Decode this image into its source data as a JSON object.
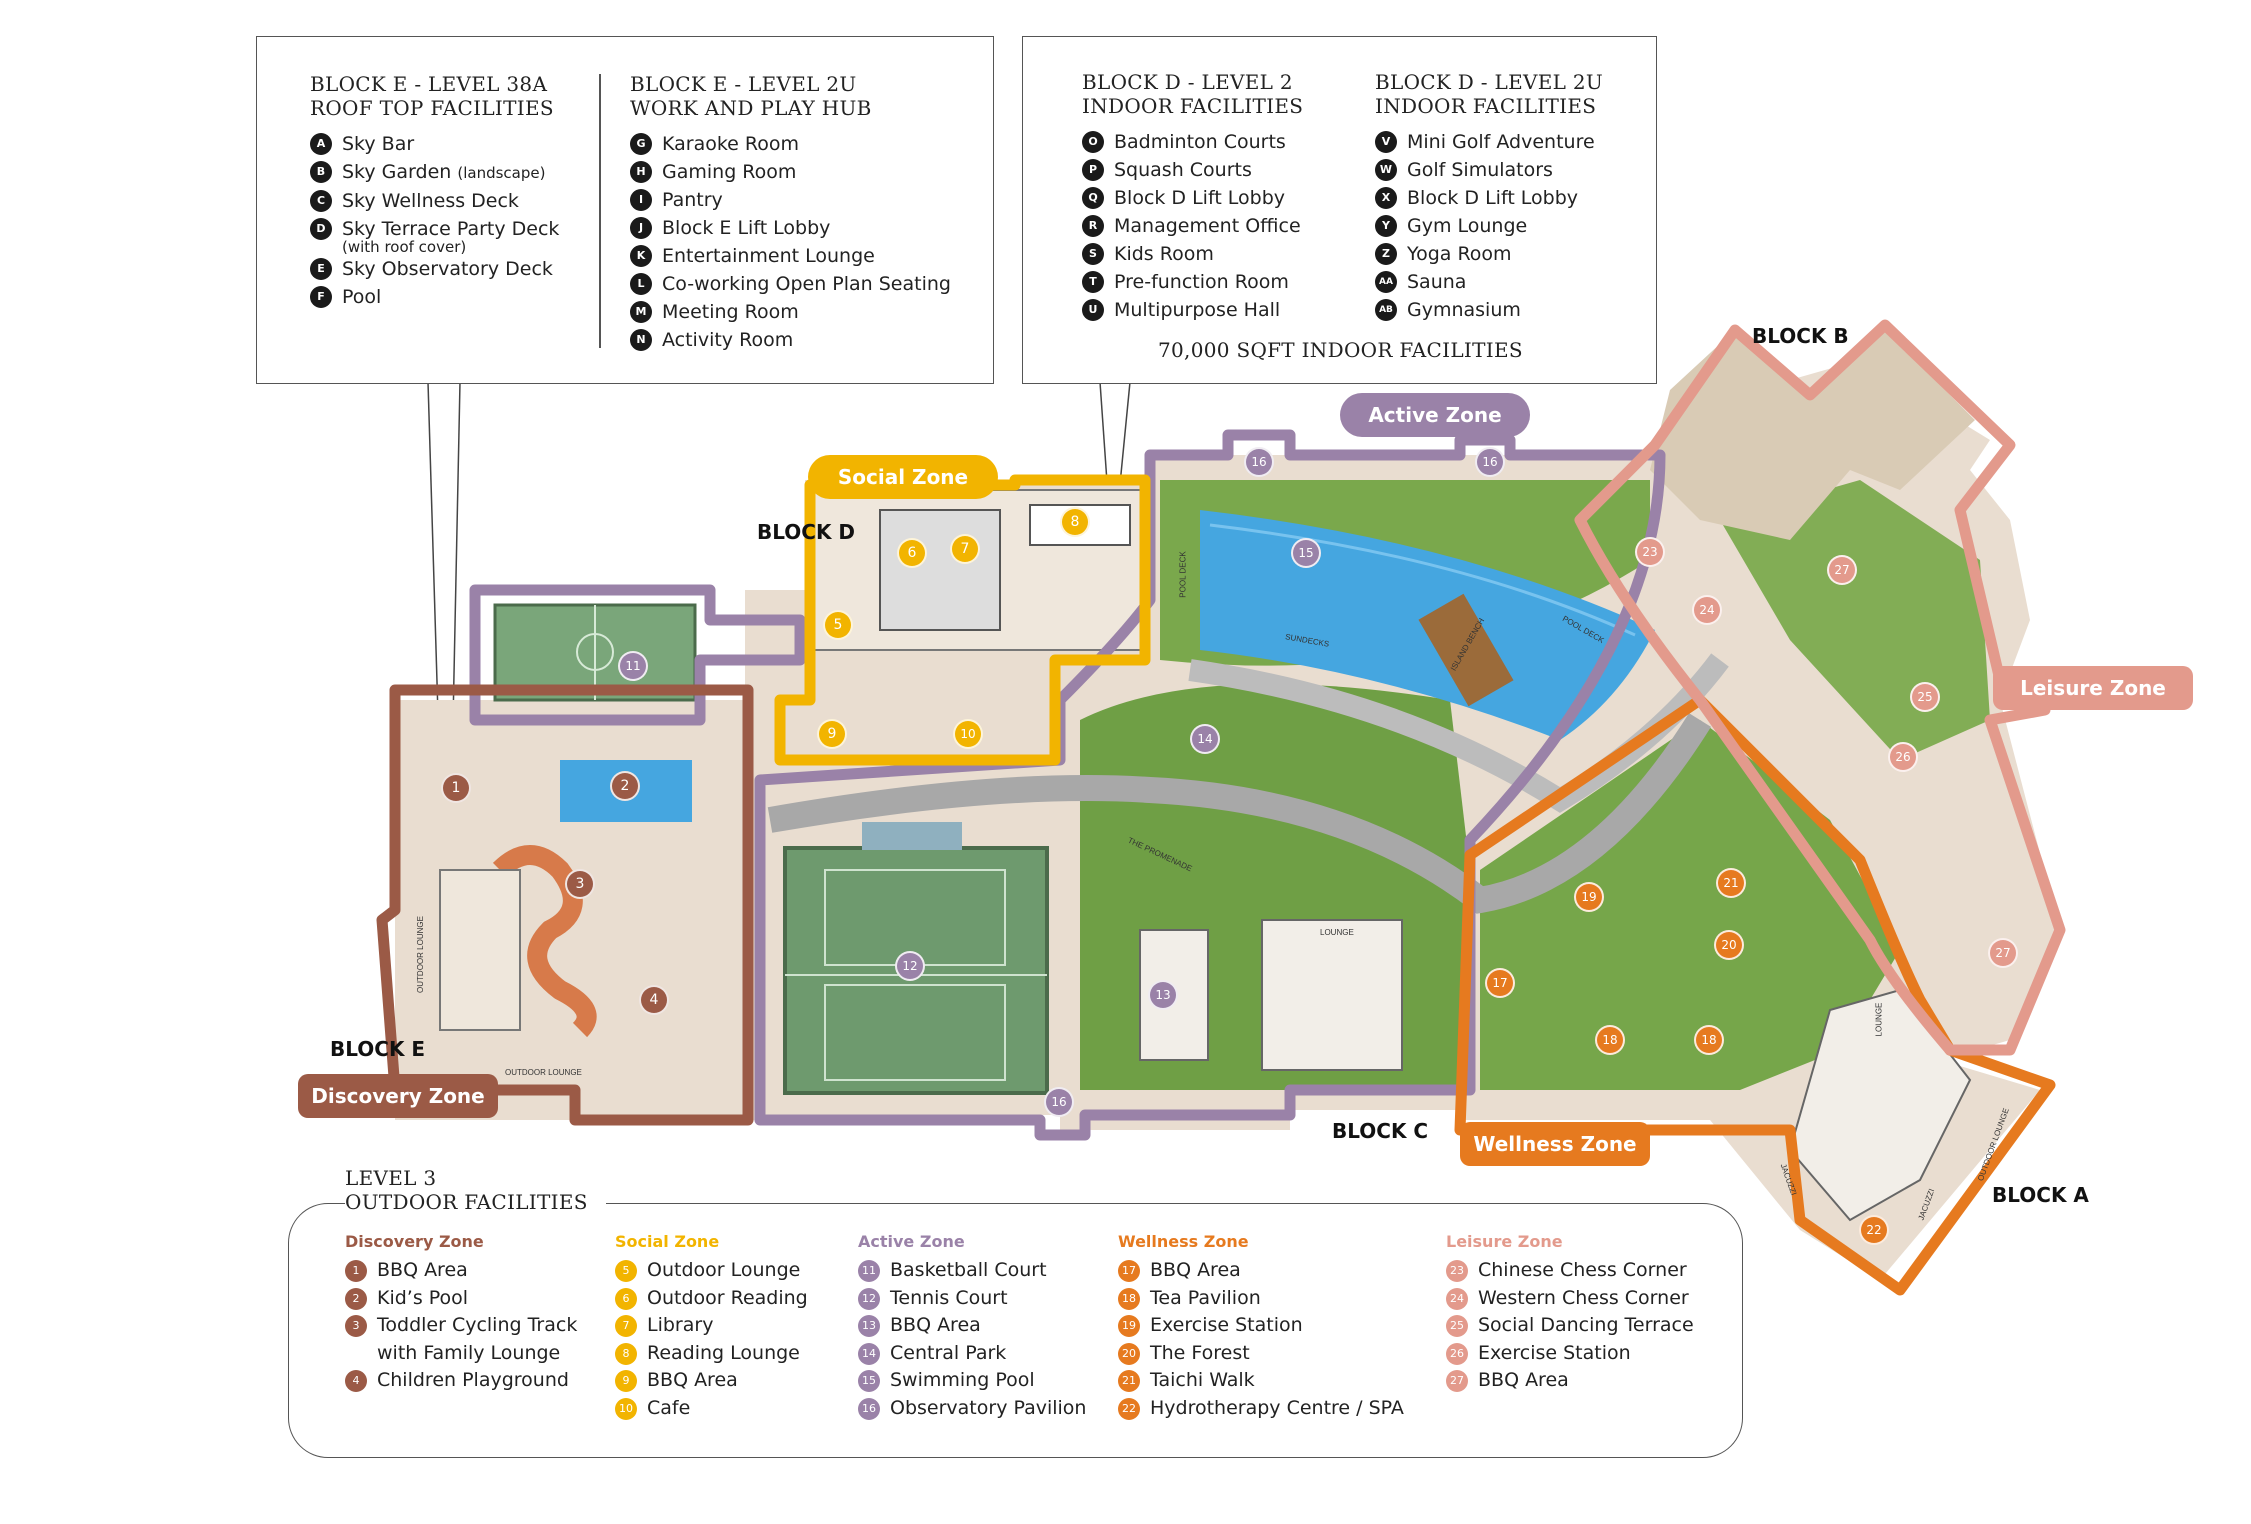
{
  "colors": {
    "discovery": "#9b5a46",
    "social": "#f2b400",
    "active": "#9a82a8",
    "wellness": "#e67a1f",
    "leisure": "#e39a8c"
  },
  "box_left": {
    "col1": {
      "title_line1": "BLOCK E - LEVEL 38A",
      "title_line2": "ROOF TOP FACILITIES",
      "items": [
        {
          "key": "A",
          "label": "Sky Bar"
        },
        {
          "key": "B",
          "label": "Sky Garden",
          "sub": "(landscape)"
        },
        {
          "key": "C",
          "label": "Sky Wellness Deck"
        },
        {
          "key": "D",
          "label": "Sky Terrace Party Deck",
          "note": "(with roof cover)"
        },
        {
          "key": "E",
          "label": "Sky Observatory Deck"
        },
        {
          "key": "F",
          "label": "Pool"
        }
      ]
    },
    "col2": {
      "title_line1": "BLOCK E - LEVEL 2U",
      "title_line2": "WORK AND PLAY HUB",
      "items": [
        {
          "key": "G",
          "label": "Karaoke Room"
        },
        {
          "key": "H",
          "label": "Gaming Room"
        },
        {
          "key": "I",
          "label": "Pantry"
        },
        {
          "key": "J",
          "label": "Block E Lift Lobby"
        },
        {
          "key": "K",
          "label": "Entertainment Lounge"
        },
        {
          "key": "L",
          "label": "Co-working Open Plan Seating"
        },
        {
          "key": "M",
          "label": "Meeting Room"
        },
        {
          "key": "N",
          "label": "Activity Room"
        }
      ]
    }
  },
  "box_right": {
    "col1": {
      "title_line1": "BLOCK D - LEVEL 2",
      "title_line2": "INDOOR FACILITIES",
      "items": [
        {
          "key": "O",
          "label": "Badminton Courts"
        },
        {
          "key": "P",
          "label": "Squash Courts"
        },
        {
          "key": "Q",
          "label": "Block D Lift Lobby"
        },
        {
          "key": "R",
          "label": "Management Office"
        },
        {
          "key": "S",
          "label": "Kids Room"
        },
        {
          "key": "T",
          "label": "Pre-function Room"
        },
        {
          "key": "U",
          "label": "Multipurpose Hall"
        }
      ]
    },
    "col2": {
      "title_line1": "BLOCK D - LEVEL 2U",
      "title_line2": "INDOOR FACILITIES",
      "items": [
        {
          "key": "V",
          "label": "Mini Golf Adventure"
        },
        {
          "key": "W",
          "label": "Golf Simulators"
        },
        {
          "key": "X",
          "label": "Block D Lift Lobby"
        },
        {
          "key": "Y",
          "label": "Gym Lounge"
        },
        {
          "key": "Z",
          "label": "Yoga Room"
        },
        {
          "key": "AA",
          "label": "Sauna"
        },
        {
          "key": "AB",
          "label": "Gymnasium"
        }
      ]
    },
    "footnote": "70,000 SQFT INDOOR FACILITIES"
  },
  "zones": {
    "social": "Social Zone",
    "active": "Active Zone",
    "leisure": "Leisure Zone",
    "discovery": "Discovery Zone",
    "wellness": "Wellness Zone"
  },
  "blocks": {
    "a": "BLOCK A",
    "b": "BLOCK B",
    "c": "BLOCK C",
    "d": "BLOCK D",
    "e": "BLOCK E"
  },
  "map_labels": {
    "outdoor_lounge_1": "OUTDOOR LOUNGE",
    "outdoor_lounge_2": "OUTDOOR LOUNGE",
    "pool_deck_1": "POOL DECK",
    "pool_deck_2": "POOL DECK",
    "sundecks": "SUNDECKS",
    "island_bench": "ISLAND BENCH",
    "promenade": "THE PROMENADE",
    "lounge_1": "LOUNGE",
    "lounge_2": "LOUNGE",
    "jacuzzi_1": "JACUZZI",
    "jacuzzi_2": "JACUZZI",
    "outdoor_lounge_3": "OUTDOOR LOUNGE"
  },
  "legend": {
    "title_line1": "LEVEL 3",
    "title_line2": "OUTDOOR FACILITIES",
    "columns": [
      {
        "zone": "Discovery Zone",
        "color_key": "discovery",
        "items": [
          {
            "n": "1",
            "label": "BBQ Area"
          },
          {
            "n": "2",
            "label": "Kid’s Pool"
          },
          {
            "n": "3",
            "label": "Toddler Cycling Track",
            "label2": "with Family Lounge"
          },
          {
            "n": "4",
            "label": "Children Playground"
          }
        ]
      },
      {
        "zone": "Social Zone",
        "color_key": "social",
        "items": [
          {
            "n": "5",
            "label": "Outdoor Lounge"
          },
          {
            "n": "6",
            "label": "Outdoor Reading"
          },
          {
            "n": "7",
            "label": "Library"
          },
          {
            "n": "8",
            "label": "Reading Lounge"
          },
          {
            "n": "9",
            "label": "BBQ Area"
          },
          {
            "n": "10",
            "label": "Cafe"
          }
        ]
      },
      {
        "zone": "Active Zone",
        "color_key": "active",
        "items": [
          {
            "n": "11",
            "label": "Basketball Court"
          },
          {
            "n": "12",
            "label": "Tennis Court"
          },
          {
            "n": "13",
            "label": "BBQ Area"
          },
          {
            "n": "14",
            "label": "Central Park"
          },
          {
            "n": "15",
            "label": "Swimming Pool"
          },
          {
            "n": "16",
            "label": "Observatory Pavilion"
          }
        ]
      },
      {
        "zone": "Wellness Zone",
        "color_key": "wellness",
        "items": [
          {
            "n": "17",
            "label": "BBQ Area"
          },
          {
            "n": "18",
            "label": "Tea Pavilion"
          },
          {
            "n": "19",
            "label": "Exercise Station"
          },
          {
            "n": "20",
            "label": "The Forest"
          },
          {
            "n": "21",
            "label": "Taichi Walk"
          },
          {
            "n": "22",
            "label": "Hydrotherapy Centre / SPA"
          }
        ]
      },
      {
        "zone": "Leisure Zone",
        "color_key": "leisure",
        "items": [
          {
            "n": "23",
            "label": "Chinese Chess Corner"
          },
          {
            "n": "24",
            "label": "Western Chess Corner"
          },
          {
            "n": "25",
            "label": "Social Dancing Terrace"
          },
          {
            "n": "26",
            "label": "Exercise Station"
          },
          {
            "n": "27",
            "label": "BBQ Area"
          }
        ]
      }
    ]
  },
  "markers": [
    {
      "n": "1",
      "zone": "discovery"
    },
    {
      "n": "2",
      "zone": "discovery"
    },
    {
      "n": "3",
      "zone": "discovery"
    },
    {
      "n": "4",
      "zone": "discovery"
    },
    {
      "n": "5",
      "zone": "social"
    },
    {
      "n": "6",
      "zone": "social"
    },
    {
      "n": "7",
      "zone": "social"
    },
    {
      "n": "8",
      "zone": "social"
    },
    {
      "n": "9",
      "zone": "social"
    },
    {
      "n": "10",
      "zone": "social"
    },
    {
      "n": "11",
      "zone": "active"
    },
    {
      "n": "12",
      "zone": "active"
    },
    {
      "n": "13",
      "zone": "active"
    },
    {
      "n": "14",
      "zone": "active"
    },
    {
      "n": "15",
      "zone": "active"
    },
    {
      "n": "16",
      "zone": "active"
    },
    {
      "n": "16",
      "zone": "active"
    },
    {
      "n": "16",
      "zone": "active"
    },
    {
      "n": "17",
      "zone": "wellness"
    },
    {
      "n": "18",
      "zone": "wellness"
    },
    {
      "n": "18",
      "zone": "wellness"
    },
    {
      "n": "19",
      "zone": "wellness"
    },
    {
      "n": "20",
      "zone": "wellness"
    },
    {
      "n": "21",
      "zone": "wellness"
    },
    {
      "n": "22",
      "zone": "wellness"
    },
    {
      "n": "23",
      "zone": "leisure"
    },
    {
      "n": "24",
      "zone": "leisure"
    },
    {
      "n": "25",
      "zone": "leisure"
    },
    {
      "n": "26",
      "zone": "leisure"
    },
    {
      "n": "27",
      "zone": "leisure"
    },
    {
      "n": "27",
      "zone": "leisure"
    }
  ]
}
